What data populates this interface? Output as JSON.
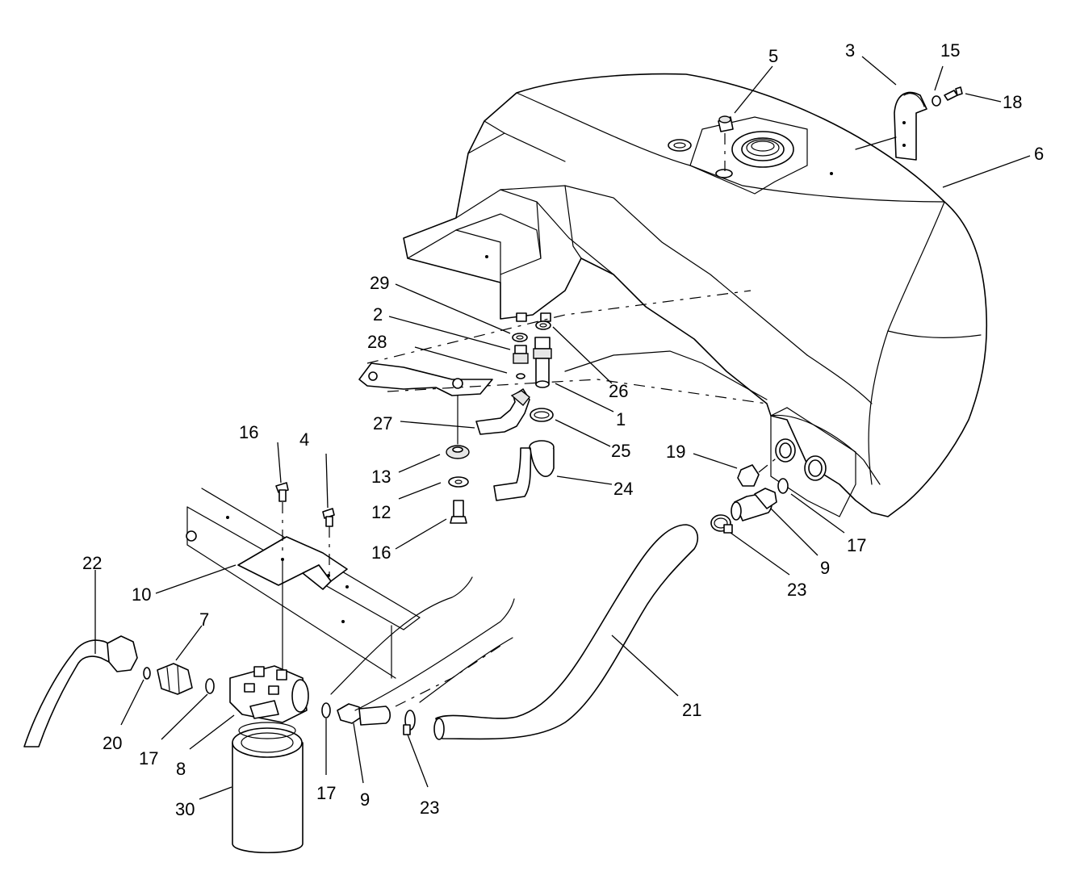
{
  "callouts": [
    {
      "id": "c5",
      "label": "5"
    },
    {
      "id": "c3",
      "label": "3"
    },
    {
      "id": "c15",
      "label": "15"
    },
    {
      "id": "c18",
      "label": "18"
    },
    {
      "id": "c6",
      "label": "6"
    },
    {
      "id": "c29",
      "label": "29"
    },
    {
      "id": "c2",
      "label": "2"
    },
    {
      "id": "c28",
      "label": "28"
    },
    {
      "id": "c26",
      "label": "26"
    },
    {
      "id": "c1",
      "label": "1"
    },
    {
      "id": "c27",
      "label": "27"
    },
    {
      "id": "c25",
      "label": "25"
    },
    {
      "id": "c13",
      "label": "13"
    },
    {
      "id": "c24",
      "label": "24"
    },
    {
      "id": "c12",
      "label": "12"
    },
    {
      "id": "c16a",
      "label": "16"
    },
    {
      "id": "c4",
      "label": "4"
    },
    {
      "id": "c16b",
      "label": "16"
    },
    {
      "id": "c19",
      "label": "19"
    },
    {
      "id": "c17a",
      "label": "17"
    },
    {
      "id": "c9a",
      "label": "9"
    },
    {
      "id": "c23a",
      "label": "23"
    },
    {
      "id": "c22",
      "label": "22"
    },
    {
      "id": "c10",
      "label": "10"
    },
    {
      "id": "c7",
      "label": "7"
    },
    {
      "id": "c21",
      "label": "21"
    },
    {
      "id": "c20",
      "label": "20"
    },
    {
      "id": "c17b",
      "label": "17"
    },
    {
      "id": "c8",
      "label": "8"
    },
    {
      "id": "c30",
      "label": "30"
    },
    {
      "id": "c17c",
      "label": "17"
    },
    {
      "id": "c9b",
      "label": "9"
    },
    {
      "id": "c23b",
      "label": "23"
    }
  ]
}
